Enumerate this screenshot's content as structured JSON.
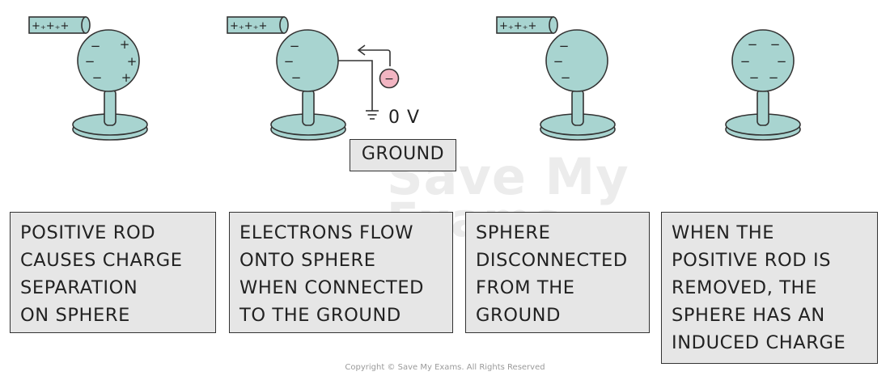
{
  "colors": {
    "sphere": "#a8d4d0",
    "stroke": "#333333",
    "negative_ball": "#f2b5c2",
    "caption_bg": "#e6e6e6"
  },
  "rods": [
    {
      "id": "rod-1",
      "charges": "+₊+₊+"
    },
    {
      "id": "rod-2",
      "charges": "+₊+₊+"
    },
    {
      "id": "rod-3",
      "charges": "+₊+₊+"
    }
  ],
  "spheres": [
    {
      "id": "sphere-1",
      "charges": [
        "−",
        "−",
        "−",
        "+",
        "+",
        "+"
      ]
    },
    {
      "id": "sphere-2",
      "charges": [
        "−",
        "−",
        "−"
      ]
    },
    {
      "id": "sphere-3",
      "charges": [
        "−",
        "−",
        "−"
      ]
    },
    {
      "id": "sphere-4",
      "charges": [
        "−",
        "−",
        "−",
        "−",
        "−",
        "−"
      ]
    }
  ],
  "electron_symbol": "−",
  "ground": {
    "voltage": "0 V",
    "label": "GROUND"
  },
  "captions": [
    "POSITIVE ROD\nCAUSES CHARGE\nSEPARATION\nON SPHERE",
    "ELECTRONS FLOW\nONTO SPHERE\nWHEN CONNECTED\nTO THE GROUND",
    "SPHERE\nDISCONNECTED\nFROM THE\nGROUND",
    "WHEN THE\nPOSITIVE ROD IS\nREMOVED, THE\nSPHERE HAS AN\nINDUCED CHARGE"
  ],
  "watermark": {
    "line1": "Save My",
    "line2": "Exams"
  },
  "copyright": "Copyright © Save My Exams. All Rights Reserved"
}
